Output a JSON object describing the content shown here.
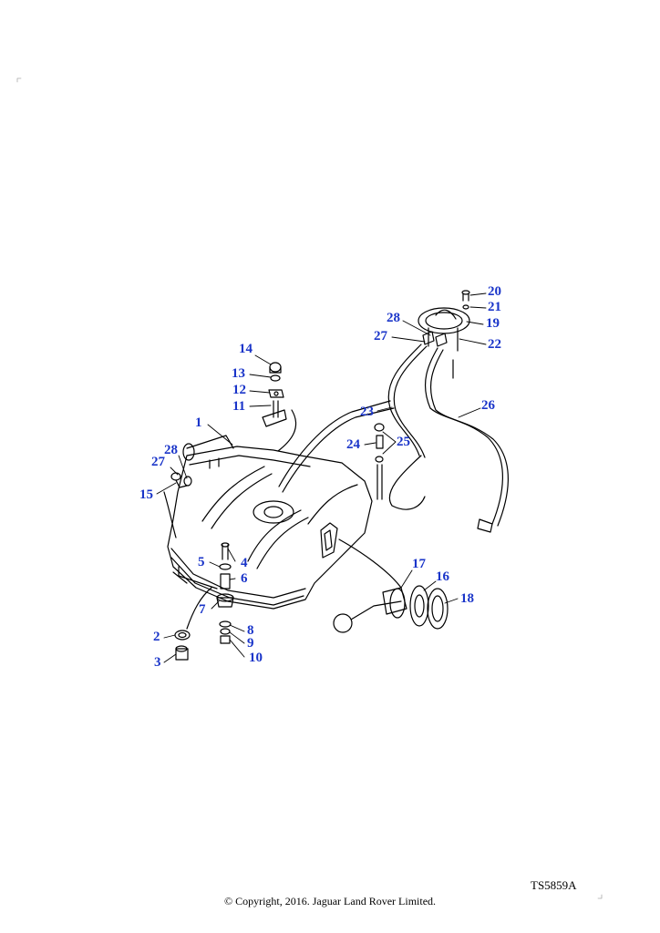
{
  "callouts": {
    "c1": "1",
    "c2": "2",
    "c3": "3",
    "c4": "4",
    "c5": "5",
    "c6": "6",
    "c7": "7",
    "c8": "8",
    "c9": "9",
    "c10": "10",
    "c11": "11",
    "c12": "12",
    "c13": "13",
    "c14": "14",
    "c15": "15",
    "c16": "16",
    "c17": "17",
    "c18": "18",
    "c19": "19",
    "c20": "20",
    "c21": "21",
    "c22": "22",
    "c23": "23",
    "c24": "24",
    "c25": "25",
    "c26": "26",
    "c27a": "27",
    "c27b": "27",
    "c28a": "28",
    "c28b": "28"
  },
  "reference_code": "TS5859A",
  "copyright": "© Copyright, 2016. Jaguar Land Rover Limited.",
  "colors": {
    "callout": "#1a35c9",
    "line": "#000000",
    "background": "#ffffff"
  }
}
